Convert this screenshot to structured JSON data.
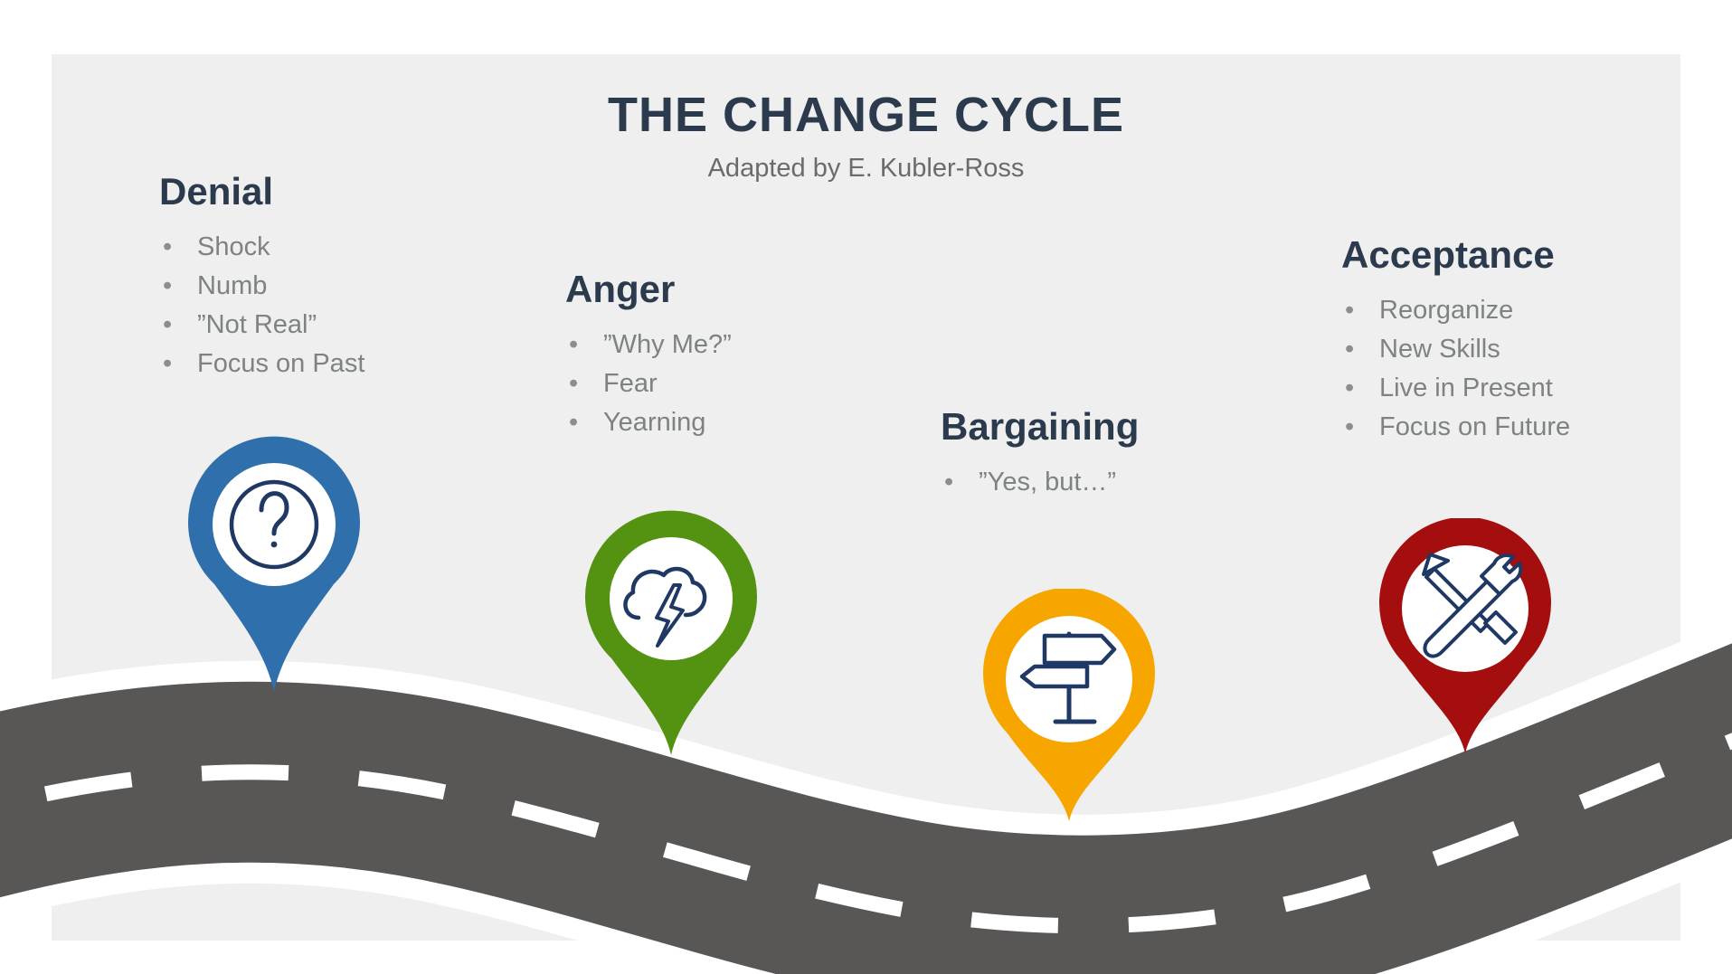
{
  "page": {
    "title": "THE CHANGE CYCLE",
    "subtitle": "Adapted by E. Kubler-Ross"
  },
  "stages": [
    {
      "name": "Denial",
      "icon": "question-mark-icon",
      "pin_color": "#2E6FAC",
      "bullets": [
        "Shock",
        "Numb",
        "”Not Real”",
        "Focus on Past"
      ]
    },
    {
      "name": "Anger",
      "icon": "storm-cloud-icon",
      "pin_color": "#549212",
      "bullets": [
        "”Why Me?”",
        "Fear",
        "Yearning"
      ]
    },
    {
      "name": "Bargaining",
      "icon": "signpost-icon",
      "pin_color": "#F7A600",
      "bullets": [
        "”Yes, but…”"
      ]
    },
    {
      "name": "Acceptance",
      "icon": "crossed-tools-icon",
      "pin_color": "#A40E0E",
      "bullets": [
        "Reorganize",
        "New Skills",
        "Live in Present",
        "Focus on Future"
      ]
    }
  ],
  "colors": {
    "heading": "#2B3A4C",
    "subtitle_text": "#6B6B6B",
    "bullet_text": "#7D837E",
    "panel_background": "#F0EFEF",
    "road": "#595656",
    "road_markings": "#FFFFFF",
    "icon_stroke": "#1F3864",
    "pin_blue": "#2E6FAC",
    "pin_green": "#549212",
    "pin_orange": "#F7A600",
    "pin_red": "#A40E0E"
  }
}
